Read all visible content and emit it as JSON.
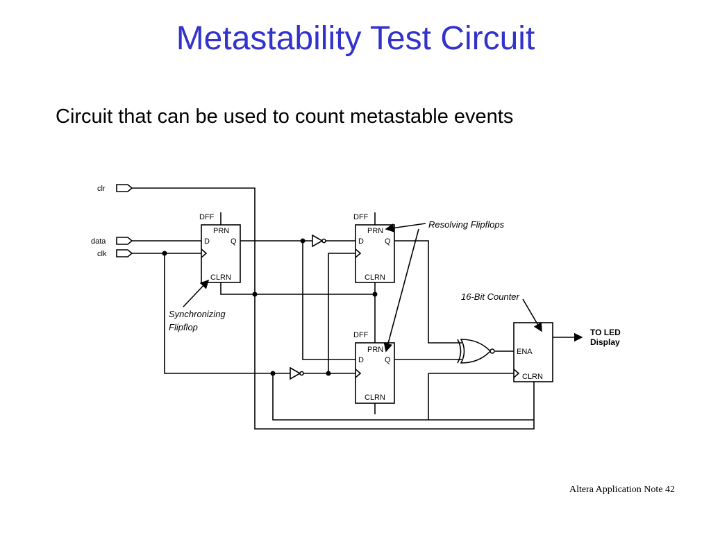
{
  "slide": {
    "title": "Metastability Test Circuit",
    "bullet": "Circuit that can be used to count metastable events",
    "footer": "Altera Application Note 42"
  },
  "diagram": {
    "inputs": {
      "clr": "clr",
      "data": "data",
      "clk": "clk"
    },
    "flipflop": {
      "type": "DFF",
      "preset": "PRN",
      "clear": "CLRN",
      "d": "D",
      "q": "Q"
    },
    "counter": {
      "ena": "ENA",
      "clrn": "CLRN"
    },
    "output": {
      "line1": "TO LED",
      "line2": "Display"
    },
    "annotations": {
      "resolving": "Resolving Flipflops",
      "counter": "16-Bit Counter",
      "sync_line1": "Synchronizing",
      "sync_line2": "Flipflop"
    }
  }
}
